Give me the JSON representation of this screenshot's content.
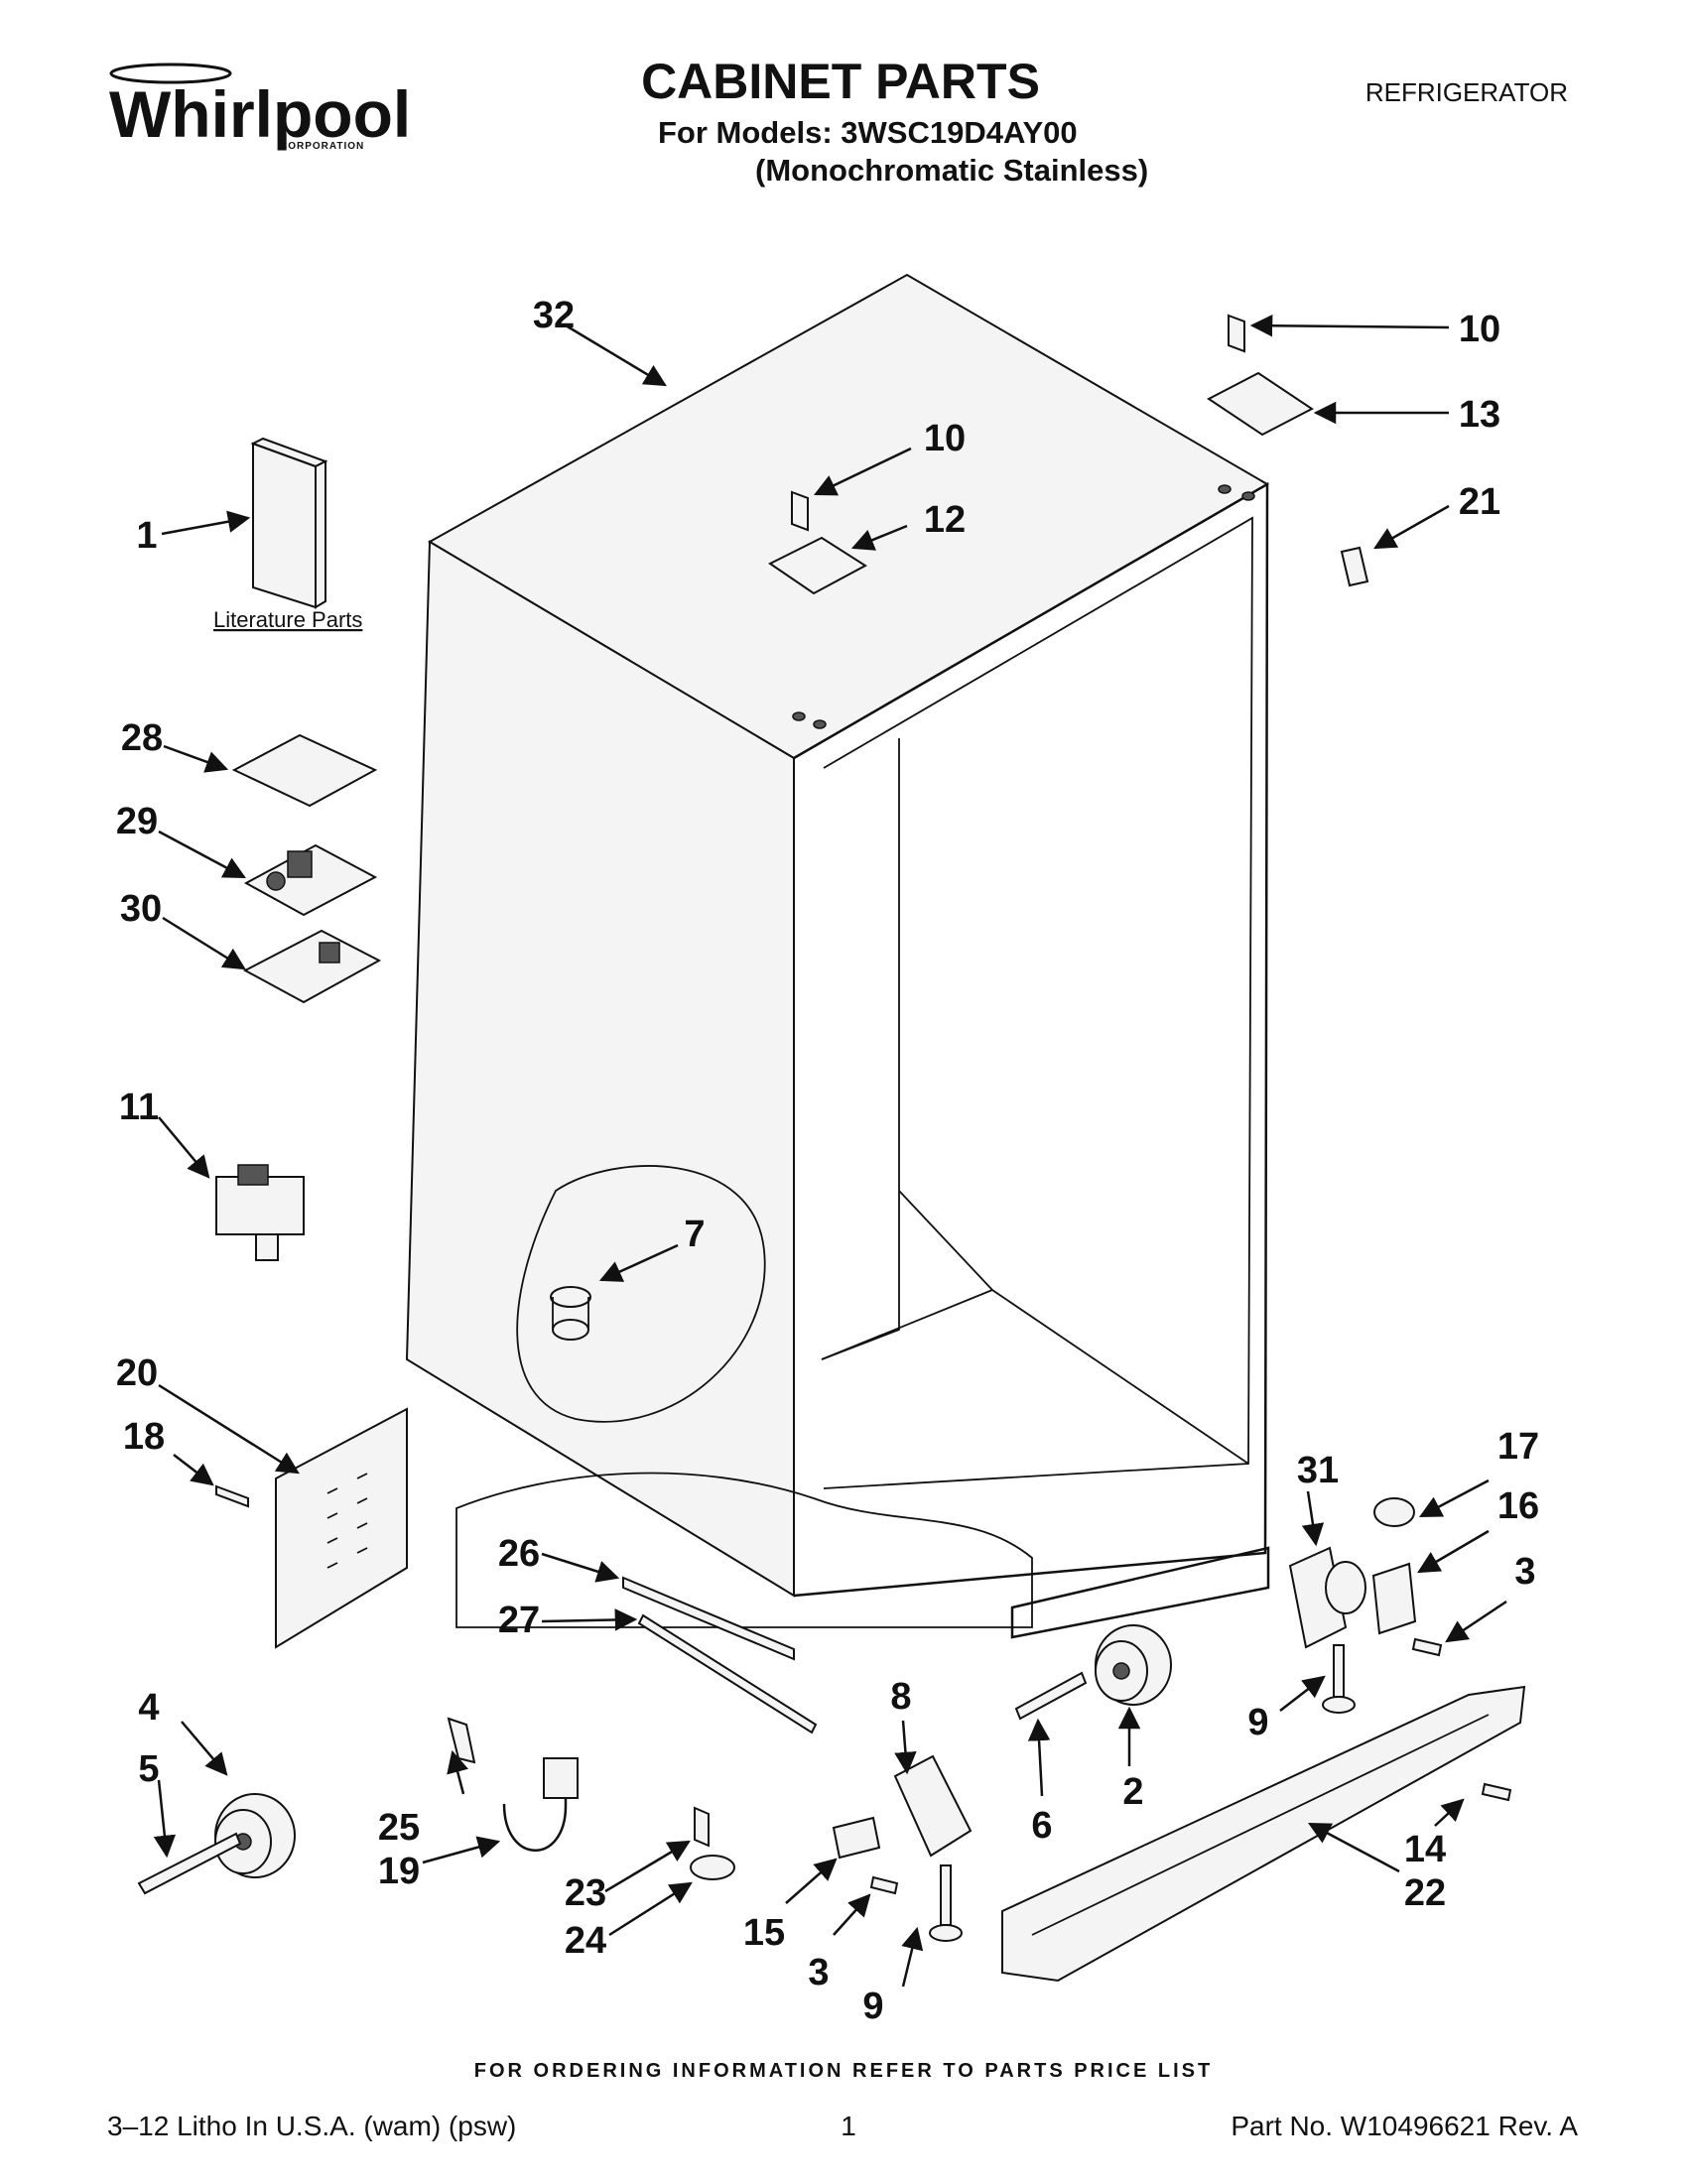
{
  "header": {
    "brand": "Whirlpool",
    "brand_sub": "CORPORATION",
    "title": "CABINET PARTS",
    "models_line": "For Models: 3WSC19D4AY00",
    "variant_line": "(Monochromatic Stainless)",
    "category": "REFRIGERATOR"
  },
  "diagram": {
    "literature_caption": "Literature Parts",
    "callouts": {
      "c1": "1",
      "c2": "2",
      "c3a": "3",
      "c3b": "3",
      "c4": "4",
      "c5": "5",
      "c6": "6",
      "c7": "7",
      "c8": "8",
      "c9a": "9",
      "c9b": "9",
      "c10a": "10",
      "c10b": "10",
      "c11": "11",
      "c12": "12",
      "c13": "13",
      "c14": "14",
      "c15": "15",
      "c16": "16",
      "c17": "17",
      "c18": "18",
      "c19": "19",
      "c20": "20",
      "c21": "21",
      "c22": "22",
      "c23": "23",
      "c24": "24",
      "c25": "25",
      "c26": "26",
      "c27": "27",
      "c28": "28",
      "c29": "29",
      "c30": "30",
      "c31": "31",
      "c32": "32"
    }
  },
  "footer": {
    "ordering_note": "FOR ORDERING INFORMATION REFER TO PARTS PRICE LIST",
    "print_info": "3–12 Litho In U.S.A. (wam) (psw)",
    "page_number": "1",
    "part_number": "Part No. W10496621 Rev. A"
  }
}
